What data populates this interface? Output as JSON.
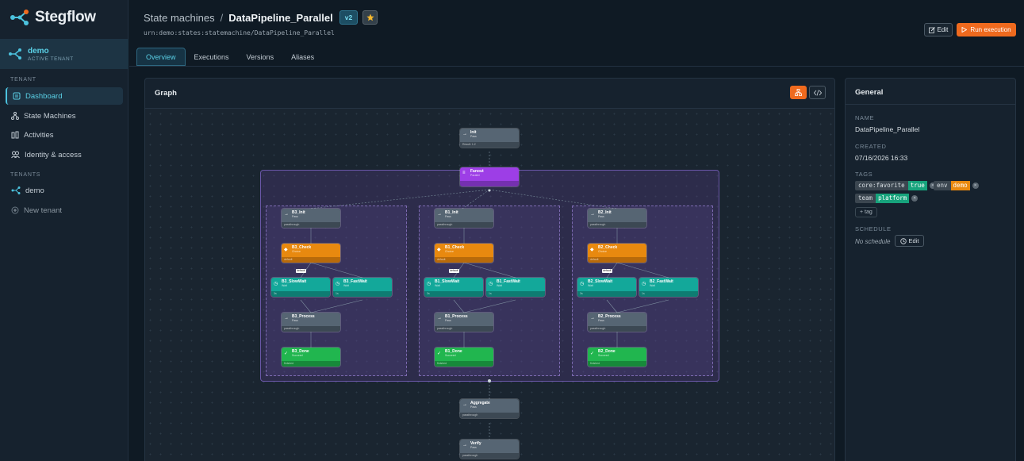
{
  "brand": {
    "name": "Stegflow"
  },
  "tenant": {
    "name": "demo",
    "subtitle": "ACTIVE TENANT"
  },
  "sidebar": {
    "tenant_section": "TENANT",
    "items": [
      {
        "label": "Dashboard",
        "icon": "dashboard-icon"
      },
      {
        "label": "State Machines",
        "icon": "state-machines-icon"
      },
      {
        "label": "Activities",
        "icon": "activities-icon"
      },
      {
        "label": "Identity & access",
        "icon": "users-icon"
      }
    ],
    "tenants_section": "TENANTS",
    "tenants": [
      {
        "label": "demo"
      }
    ],
    "new_tenant": "New tenant"
  },
  "header": {
    "parent": "State machines",
    "separator": "/",
    "title": "DataPipeline_Parallel",
    "version": "v2",
    "urn": "urn:demo:states:statemachine/DataPipeline_Parallel",
    "edit_label": "Edit",
    "run_label": "Run execution"
  },
  "tabs": [
    {
      "label": "Overview",
      "active": true
    },
    {
      "label": "Executions",
      "active": false
    },
    {
      "label": "Versions",
      "active": false
    },
    {
      "label": "Aliases",
      "active": false
    }
  ],
  "graph": {
    "title": "Graph",
    "nodes": {
      "init": {
        "name": "Init",
        "type": "Pass",
        "footer": "Result: 1.2"
      },
      "fanout": {
        "name": "Fanout",
        "type": "Parallel"
      },
      "aggregate": {
        "name": "Aggregate",
        "type": "Pass",
        "footer": "passthrough"
      },
      "verify": {
        "name": "Verify",
        "type": "Pass",
        "footer": "passthrough"
      },
      "branches": [
        {
          "init": {
            "name": "B3_Init",
            "type": "Pass",
            "footer": "passthrough"
          },
          "check": {
            "name": "B3_Check",
            "type": "Choice",
            "footer": "default"
          },
          "slow": {
            "name": "B3_SlowWait",
            "type": "Wait",
            "footer": "3s"
          },
          "fast": {
            "name": "B3_FastWait",
            "type": "Wait",
            "footer": "1s"
          },
          "process": {
            "name": "B3_Process",
            "type": "Pass",
            "footer": "passthrough"
          },
          "done": {
            "name": "B3_Done",
            "type": "Succeed",
            "footer": "finished"
          },
          "default_label": "default"
        },
        {
          "init": {
            "name": "B1_Init",
            "type": "Pass",
            "footer": "passthrough"
          },
          "check": {
            "name": "B1_Check",
            "type": "Choice",
            "footer": "default"
          },
          "slow": {
            "name": "B1_SlowWait",
            "type": "Wait",
            "footer": "3s"
          },
          "fast": {
            "name": "B1_FastWait",
            "type": "Wait",
            "footer": "1s"
          },
          "process": {
            "name": "B1_Process",
            "type": "Pass",
            "footer": "passthrough"
          },
          "done": {
            "name": "B1_Done",
            "type": "Succeed",
            "footer": "finished"
          },
          "default_label": "default"
        },
        {
          "init": {
            "name": "B2_Init",
            "type": "Pass",
            "footer": "passthrough"
          },
          "check": {
            "name": "B2_Check",
            "type": "Choice",
            "footer": "default"
          },
          "slow": {
            "name": "B2_SlowWait",
            "type": "Wait",
            "footer": "3s"
          },
          "fast": {
            "name": "B2_FastWait",
            "type": "Wait",
            "footer": "1s"
          },
          "process": {
            "name": "B2_Process",
            "type": "Pass",
            "footer": "passthrough"
          },
          "done": {
            "name": "B2_Done",
            "type": "Succeed",
            "footer": "finished"
          },
          "default_label": "default"
        }
      ]
    }
  },
  "general": {
    "title": "General",
    "name_label": "NAME",
    "name_value": "DataPipeline_Parallel",
    "created_label": "CREATED",
    "created_value": "07/16/2026 16:33",
    "tags_label": "TAGS",
    "tags": [
      {
        "key": "core:favorite",
        "value": "true",
        "color": "#17a37c"
      },
      {
        "key": "env",
        "value": "demo",
        "color": "#e8890f"
      },
      {
        "key": "team",
        "value": "platform",
        "color": "#17a37c"
      }
    ],
    "add_tag": "+ tag",
    "schedule_label": "SCHEDULE",
    "schedule_value": "No schedule",
    "schedule_edit": "Edit"
  },
  "colors": {
    "accent": "#4cc3df",
    "brand_orange": "#ef6a1e"
  }
}
